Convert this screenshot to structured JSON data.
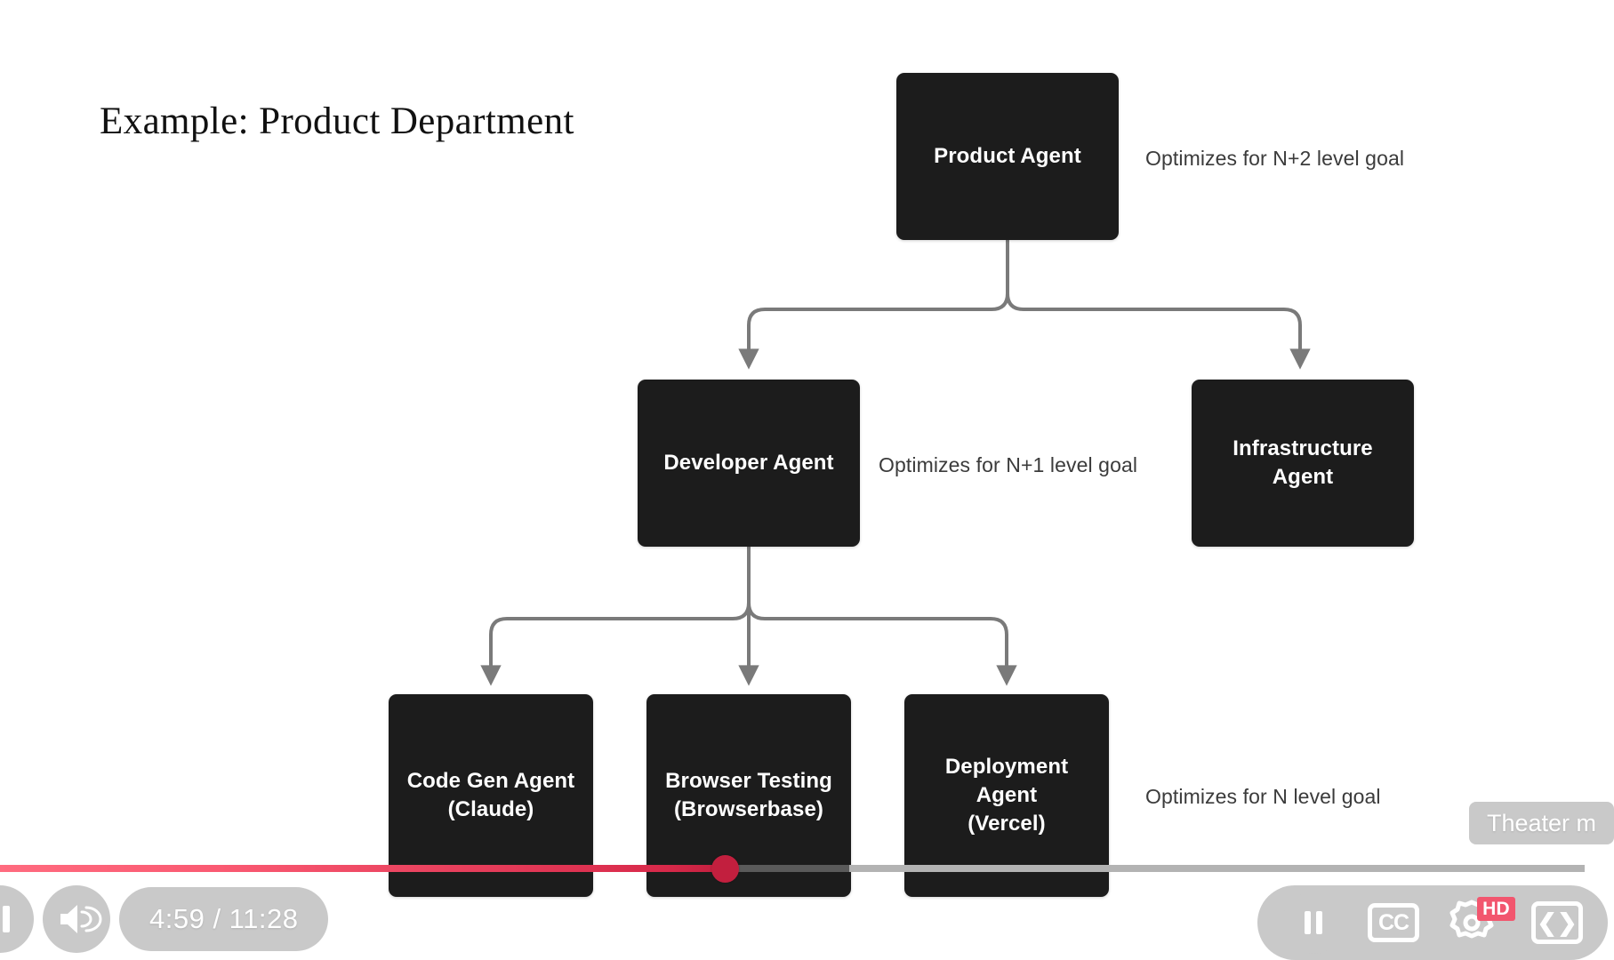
{
  "slide": {
    "title": "Example: Product Department",
    "nodes": [
      {
        "id": "product-agent",
        "label": "Product Agent"
      },
      {
        "id": "developer-agent",
        "label": "Developer Agent"
      },
      {
        "id": "infrastructure-agent",
        "label": "Infrastructure\nAgent"
      },
      {
        "id": "code-gen-agent",
        "label": "Code Gen Agent\n(Claude)"
      },
      {
        "id": "browser-testing-agent",
        "label": "Browser Testing\n(Browserbase)"
      },
      {
        "id": "deployment-agent",
        "label": "Deployment\nAgent\n(Vercel)"
      }
    ],
    "annotations": [
      {
        "id": "n-plus-2",
        "text": "Optimizes for N+2 level goal"
      },
      {
        "id": "n-plus-1",
        "text": "Optimizes for N+1 level goal"
      },
      {
        "id": "n-level",
        "text": "Optimizes for N level goal"
      }
    ],
    "colors": {
      "node_fill": "#1c1c1c",
      "node_text": "#ffffff",
      "connector": "#7a7a7a",
      "background": "#ffffff",
      "annotation_text": "#3b3b3b"
    }
  },
  "player": {
    "time_display": "4:59 / 11:28",
    "current_time": "4:59",
    "duration": "11:28",
    "progress_percent": 45.7,
    "loaded_percent": 53.6,
    "tooltip": "Theater m",
    "quality_badge": "HD",
    "captions_label": "CC",
    "next_label": "❮❯",
    "colors": {
      "progress_played": "#c21f3e",
      "progress_loaded": "#5a5a5a",
      "progress_background": "#b3b3b3",
      "hd_badge": "#f2566e",
      "control_chrome": "#c9c9c9"
    },
    "buttons": [
      {
        "id": "pause-button",
        "icon": "pause-icon"
      },
      {
        "id": "volume-button",
        "icon": "volume-icon"
      },
      {
        "id": "captions-button",
        "icon": "cc-icon"
      },
      {
        "id": "settings-button",
        "icon": "gear-icon"
      },
      {
        "id": "theater-button",
        "icon": "theater-icon"
      }
    ]
  }
}
